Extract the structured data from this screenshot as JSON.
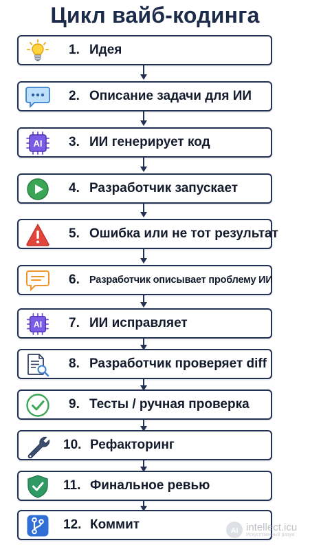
{
  "title": "Цикл вайб-кодинга",
  "steps": [
    {
      "number": "1.",
      "label": "Идея",
      "icon": "lightbulb-icon"
    },
    {
      "number": "2.",
      "label": "Описание задачи для ИИ",
      "icon": "chat-bubble-icon"
    },
    {
      "number": "3.",
      "label": "ИИ генерирует код",
      "icon": "ai-chip-icon"
    },
    {
      "number": "4.",
      "label": "Разработчик запускает",
      "icon": "play-icon"
    },
    {
      "number": "5.",
      "label": "Ошибка или не тот результат",
      "icon": "warning-icon"
    },
    {
      "number": "6.",
      "label": "Разработчик описывает проблему ИИ",
      "icon": "message-icon"
    },
    {
      "number": "7.",
      "label": "ИИ исправляет",
      "icon": "ai-chip-icon"
    },
    {
      "number": "8.",
      "label": "Разработчик проверяет diff",
      "icon": "document-search-icon"
    },
    {
      "number": "9.",
      "label": "Тесты / ручная проверка",
      "icon": "check-circle-icon"
    },
    {
      "number": "10.",
      "label": "Рефакторинг",
      "icon": "wrench-icon"
    },
    {
      "number": "11.",
      "label": "Финальное ревью",
      "icon": "shield-check-icon"
    },
    {
      "number": "12.",
      "label": "Коммит",
      "icon": "git-branch-icon"
    }
  ],
  "colors": {
    "title": "#1c2b4a",
    "border": "#223152",
    "arrow": "#223152",
    "text": "#121a2c"
  },
  "watermark": {
    "brand": "intellect.icu",
    "tagline": "Искусственный разум",
    "logo_letters": "AI"
  }
}
